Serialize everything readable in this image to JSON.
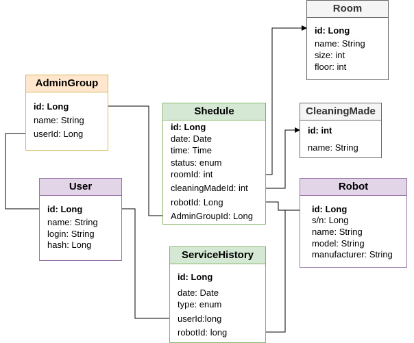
{
  "diagram": {
    "entities": {
      "room": {
        "title": "Room",
        "fields": [
          "id: Long",
          "name: String",
          "size: int",
          "floor: int"
        ]
      },
      "cleaning_made": {
        "title": "CleaningMade",
        "fields": [
          "id: int",
          "name: String"
        ]
      },
      "admin_group": {
        "title": "AdminGroup",
        "fields": [
          "id: Long",
          "name: String",
          "userId: Long"
        ]
      },
      "shedule": {
        "title": "Shedule",
        "fields": [
          "id: Long",
          "date: Date",
          "time: Time",
          "status: enum",
          "roomId: int",
          "cleaningMadeId: int",
          "robotId: Long",
          "AdminGroupId: Long"
        ]
      },
      "user": {
        "title": "User",
        "fields": [
          "id: Long",
          "name: String",
          "login: String",
          "hash: Long"
        ]
      },
      "robot": {
        "title": "Robot",
        "fields": [
          "id: Long",
          "s/n: Long",
          "name: String",
          "model: String",
          "manufacturer: String"
        ]
      },
      "service_history": {
        "title": "ServiceHistory",
        "fields": [
          "id: Long",
          "date: Date",
          "type: enum",
          "userId:long",
          "robotId: long"
        ]
      }
    },
    "colors": {
      "orange_fill": "#ffe6cc",
      "orange_stroke": "#d6b656",
      "green_fill": "#d5e8d4",
      "green_stroke": "#82b366",
      "purple_fill": "#e1d5e7",
      "purple_stroke": "#9673a6",
      "gray_fill": "#f5f5f5",
      "gray_stroke": "#666666",
      "connector": "#000000"
    }
  }
}
